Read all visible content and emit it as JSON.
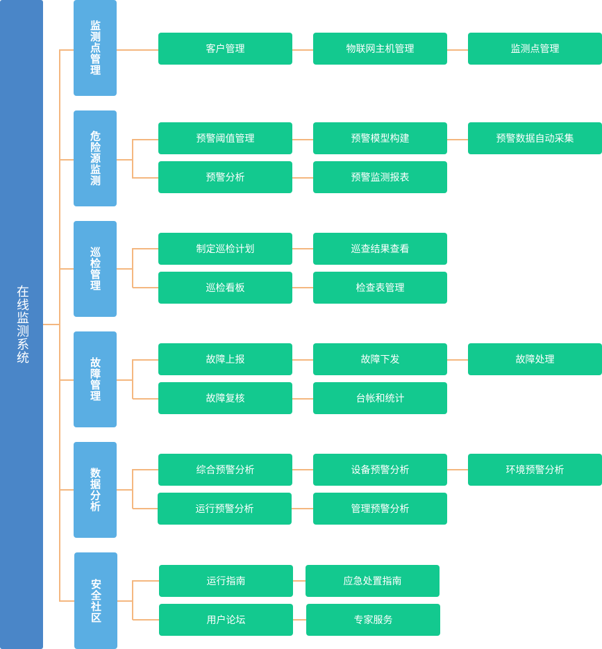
{
  "root": "在线监测系统",
  "categories": [
    {
      "label": "监测点管理",
      "rows": [
        [
          "客户管理",
          "物联网主机管理",
          "监测点管理"
        ]
      ]
    },
    {
      "label": "危险源监测",
      "rows": [
        [
          "预警阈值管理",
          "预警模型构建",
          "预警数据自动采集"
        ],
        [
          "预警分析",
          "预警监测报表"
        ]
      ]
    },
    {
      "label": "巡检管理",
      "rows": [
        [
          "制定巡检计划",
          "巡查结果查看"
        ],
        [
          "巡检看板",
          "检查表管理"
        ]
      ]
    },
    {
      "label": "故障管理",
      "rows": [
        [
          "故障上报",
          "故障下发",
          "故障处理"
        ],
        [
          "故障复核",
          "台帐和统计"
        ]
      ]
    },
    {
      "label": "数据分析",
      "rows": [
        [
          "综合预警分析",
          "设备预警分析",
          "环境预警分析"
        ],
        [
          "运行预警分析",
          "管理预警分析"
        ]
      ]
    },
    {
      "label": "安全社区",
      "rows": [
        [
          "运行指南",
          "应急处置指南"
        ],
        [
          "用户论坛",
          "专家服务"
        ]
      ]
    }
  ],
  "colors": {
    "root": "#4a86c8",
    "category": "#5aaee3",
    "node": "#13c98f",
    "connector": "#f4b77f"
  }
}
